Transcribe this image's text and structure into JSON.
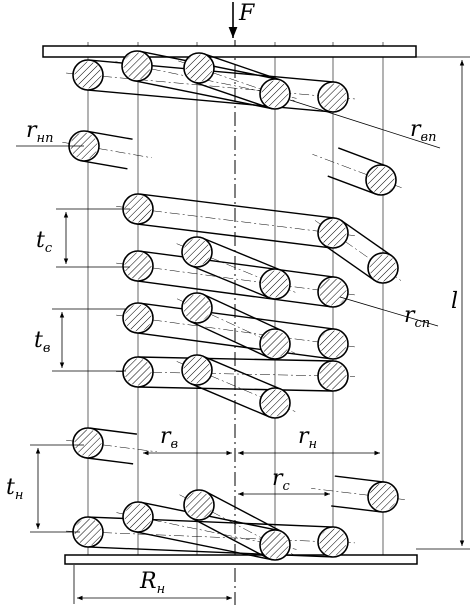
{
  "labels": {
    "force": "F",
    "length": "l",
    "r_np": {
      "main": "r",
      "sub": "нп"
    },
    "r_vp": {
      "main": "r",
      "sub": "вп"
    },
    "r_sp": {
      "main": "r",
      "sub": "сп"
    },
    "r_v": {
      "main": "r",
      "sub": "в"
    },
    "r_n": {
      "main": "r",
      "sub": "н"
    },
    "r_c": {
      "main": "r",
      "sub": "с"
    },
    "R_n": {
      "main": "R",
      "sub": "н"
    },
    "t_c": {
      "main": "t",
      "sub": "с"
    },
    "t_v": {
      "main": "t",
      "sub": "в"
    },
    "t_n": {
      "main": "t",
      "sub": "н"
    }
  },
  "colors": {
    "ink": "#000000",
    "hatch": "#000000",
    "background": "#ffffff"
  }
}
